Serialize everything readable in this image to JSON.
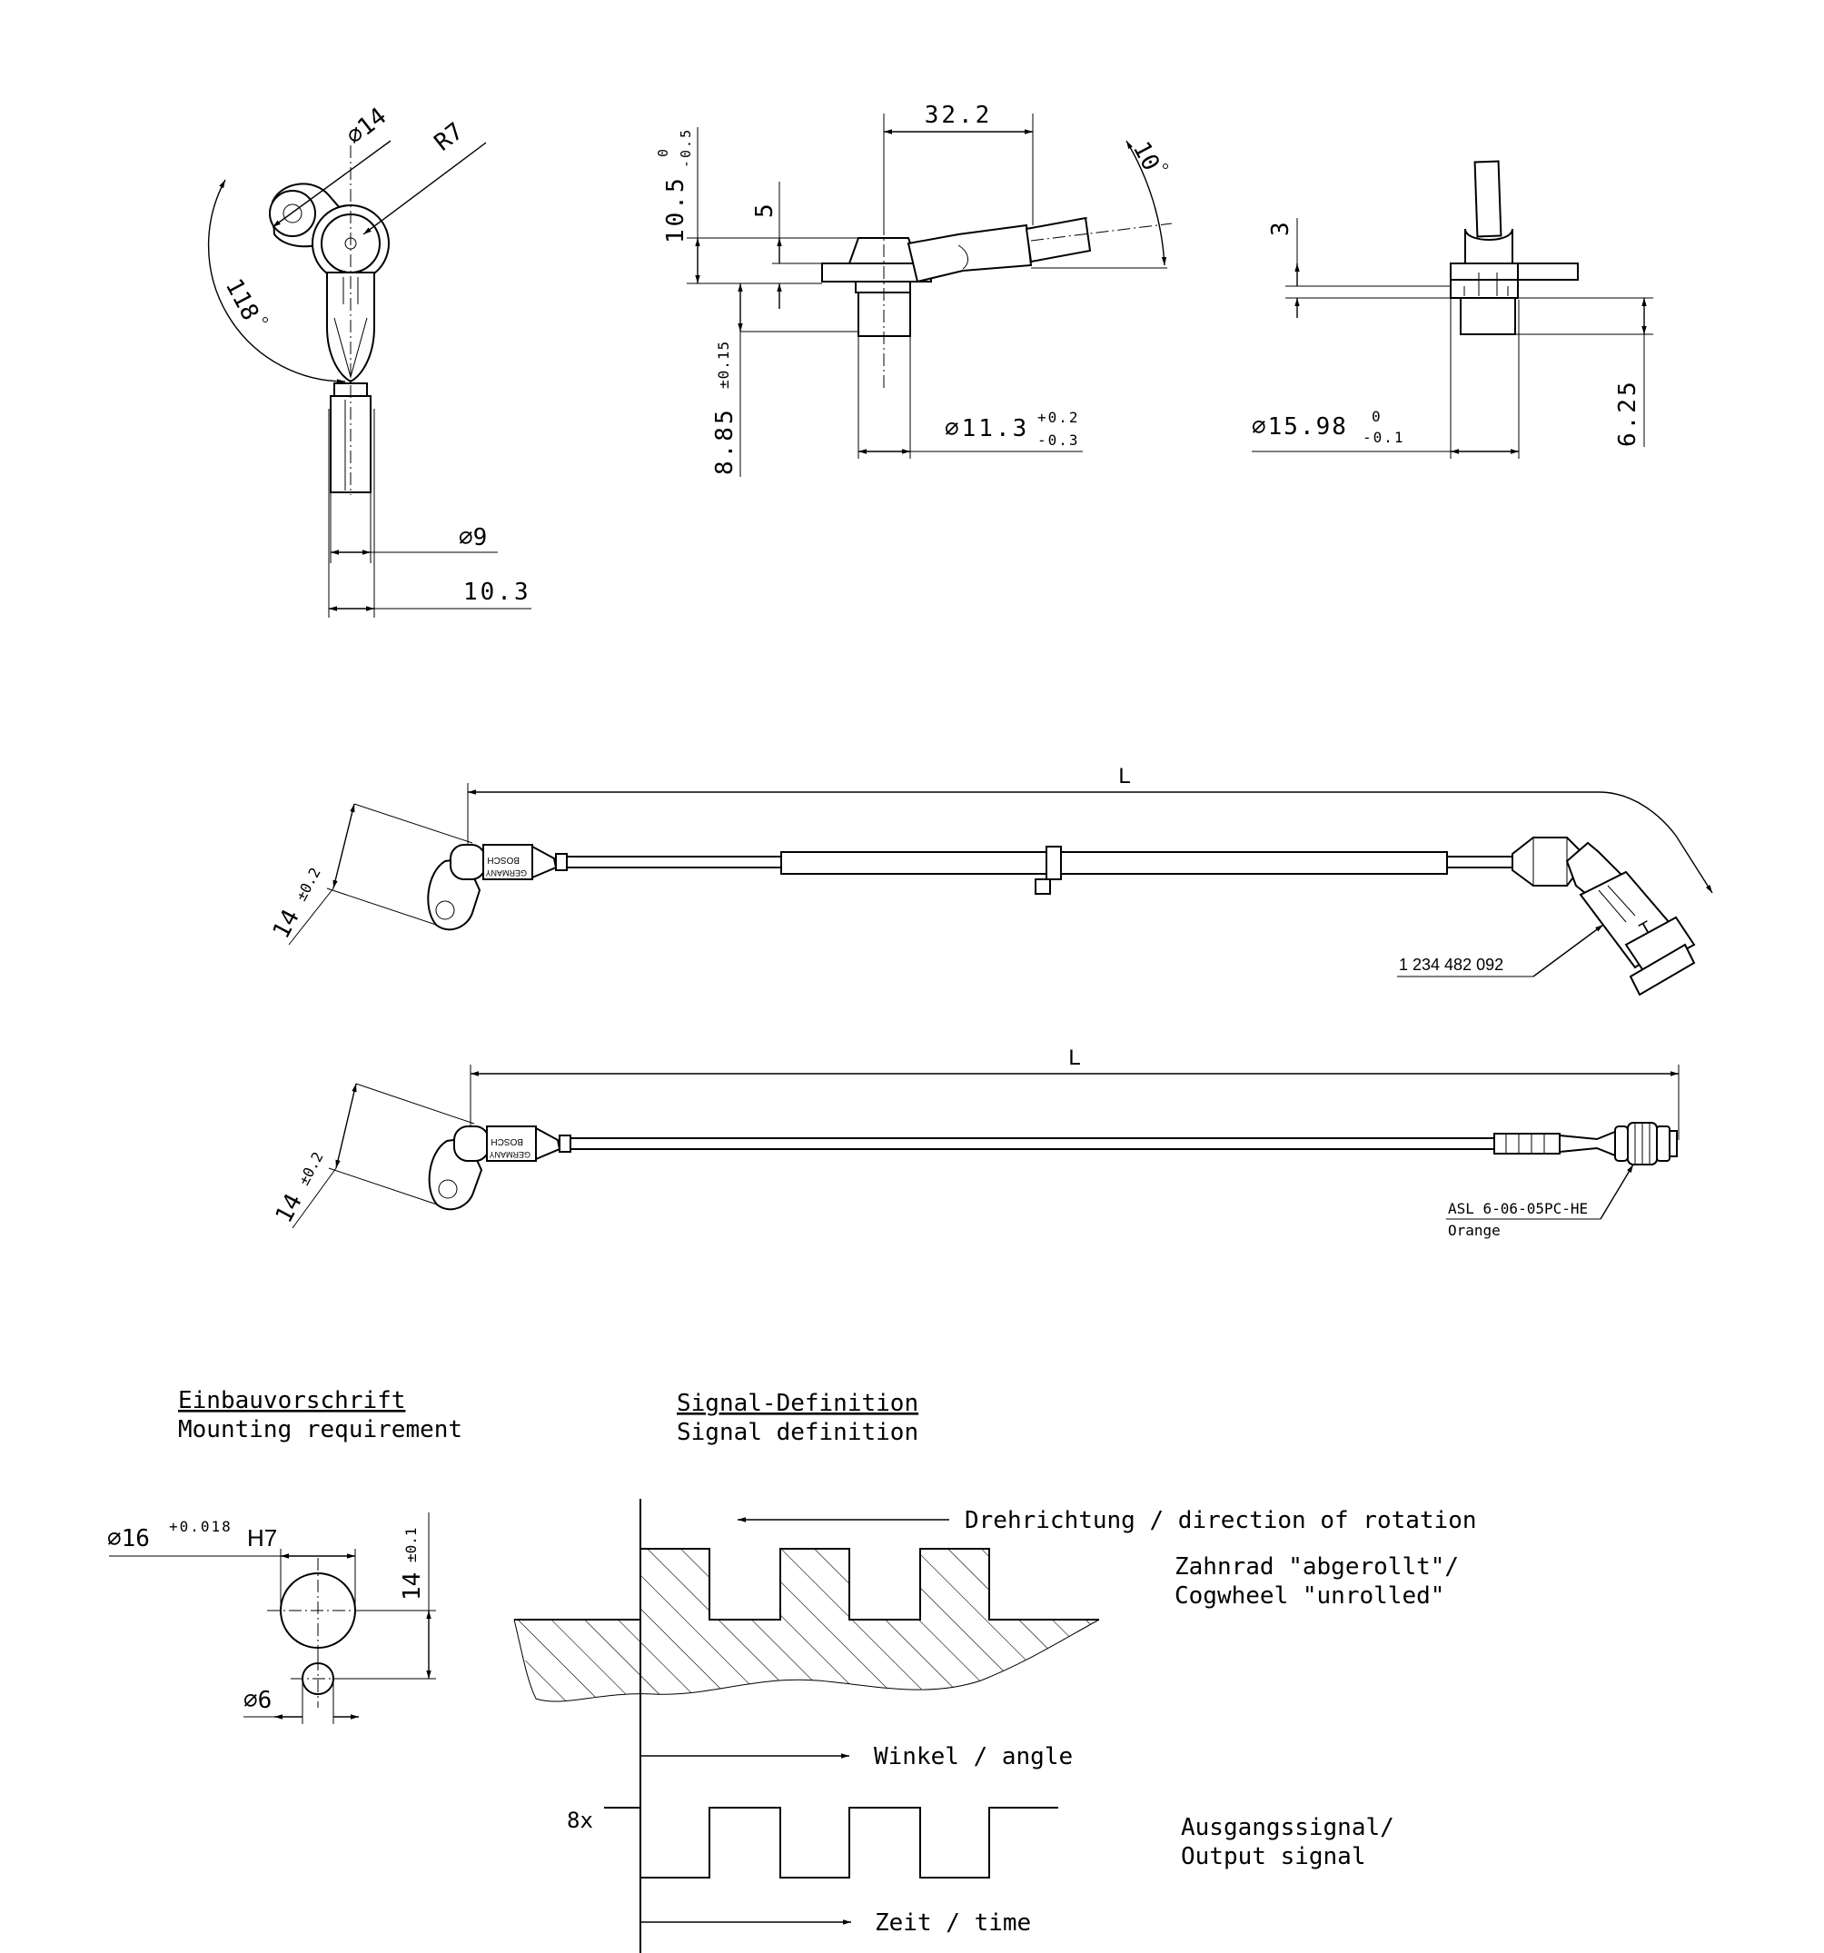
{
  "view_top_left": {
    "dia14": "⌀14",
    "r7": "R7",
    "angle118": "118",
    "dia9": "⌀9",
    "dim10_3": "10.3"
  },
  "view_top_middle": {
    "dim32_2": "32.2",
    "angle10": "10",
    "dim10_5": "10.5",
    "tol10_5_upper": "0",
    "tol10_5_lower": "-0.5",
    "dim5": "5",
    "dim8_85": "8.85",
    "tol8_85": "±0.15",
    "dia11_3": "⌀11.3",
    "tol11_3_upper": "+0.2",
    "tol11_3_lower": "-0.3"
  },
  "view_top_right": {
    "dim3": "3",
    "dia15_98": "⌀15.98",
    "tol15_98_upper": "0",
    "tol15_98_lower": "-0.1",
    "dim6_25": "6.25"
  },
  "variant1": {
    "length_label": "L",
    "dim14": "14",
    "tol14": "±0.2",
    "part_number": "1 234 482 092",
    "brand": "BOSCH",
    "origin": "GERMANY"
  },
  "variant2": {
    "length_label": "L",
    "dim14": "14",
    "tol14": "±0.2",
    "connector": "ASL 6-06-05PC-HE",
    "connector_color": "Orange",
    "brand": "BOSCH",
    "origin": "GERMANY"
  },
  "mounting": {
    "title_de": "Einbauvorschrift",
    "title_en": "Mounting requirement",
    "dia16": "⌀16",
    "tol16": "+0.018",
    "fit": "H7",
    "dim14": "14",
    "tol14": "±0.1",
    "dia6": "⌀6"
  },
  "signal": {
    "title_de": "Signal-Definition",
    "title_en": "Signal definition",
    "rotation": "Drehrichtung / direction of rotation",
    "cogwheel_1": "Zahnrad \"abgerollt\"/",
    "cogwheel_2": "Cogwheel \"unrolled\"",
    "angle_axis": "Winkel / angle",
    "multiplier": "8x",
    "output_1": "Ausgangssignal/",
    "output_2": "Output signal",
    "time_axis": "Zeit / time"
  }
}
